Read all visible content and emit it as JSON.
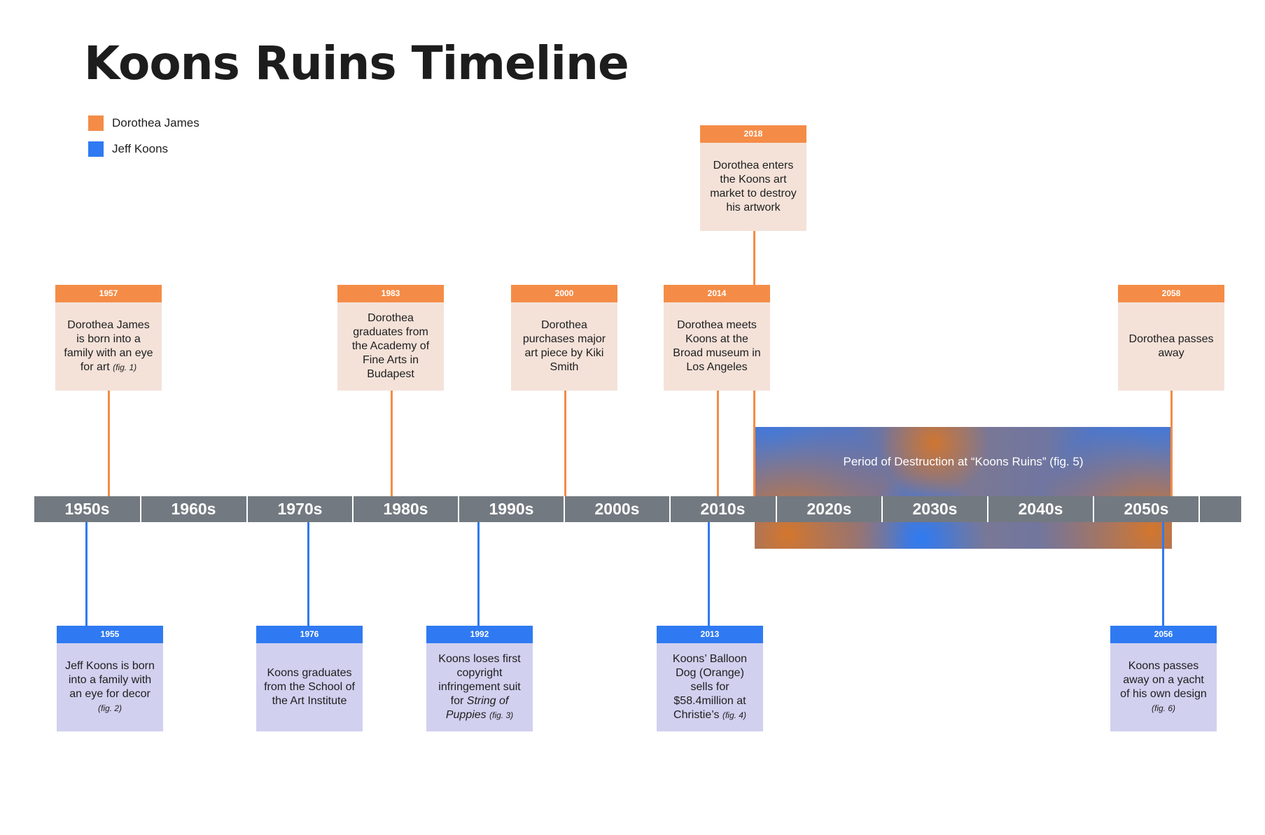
{
  "title": "Koons Ruins Timeline",
  "legend": [
    {
      "label": "Dorothea James",
      "color": "#f48c47"
    },
    {
      "label": "Jeff Koons",
      "color": "#2f7af2"
    }
  ],
  "decades": [
    "1950s",
    "1960s",
    "1970s",
    "1980s",
    "1990s",
    "2000s",
    "2010s",
    "2020s",
    "2030s",
    "2040s",
    "2050s"
  ],
  "period": {
    "label": "Period of Destruction at “Koons Ruins” (fig. 5)"
  },
  "dorothea_events": [
    {
      "year": "1957",
      "text": "Dorothea James is born into a family with an eye for art",
      "fig": "(fig. 1)"
    },
    {
      "year": "1983",
      "text": "Dorothea graduates from the Academy of Fine Arts in Budapest",
      "fig": ""
    },
    {
      "year": "2000",
      "text": "Dorothea purchases major art piece by Kiki Smith",
      "fig": ""
    },
    {
      "year": "2014",
      "text": "Dorothea meets Koons at the Broad museum in Los Angeles",
      "fig": ""
    },
    {
      "year": "2018",
      "text": "Dorothea enters the Koons art market to destroy his artwork",
      "fig": ""
    },
    {
      "year": "2058",
      "text": "Dorothea passes away",
      "fig": ""
    }
  ],
  "koons_events": [
    {
      "year": "1955",
      "text": "Jeff Koons is born into a family with an eye for decor",
      "fig": "(fig. 2)"
    },
    {
      "year": "1976",
      "text": "Koons graduates from the School of the Art Institute",
      "fig": ""
    },
    {
      "year": "1992",
      "text": "Koons loses first copyright infringement suit for",
      "italic": "String of Puppies",
      "fig": "(fig. 3)"
    },
    {
      "year": "2013",
      "text": "Koons’ Balloon Dog (Orange) sells for $58.4million at Christie’s",
      "fig": "(fig. 4)"
    },
    {
      "year": "2056",
      "text": "Koons passes away on a yacht of his own design",
      "fig": "(fig. 6)"
    }
  ]
}
